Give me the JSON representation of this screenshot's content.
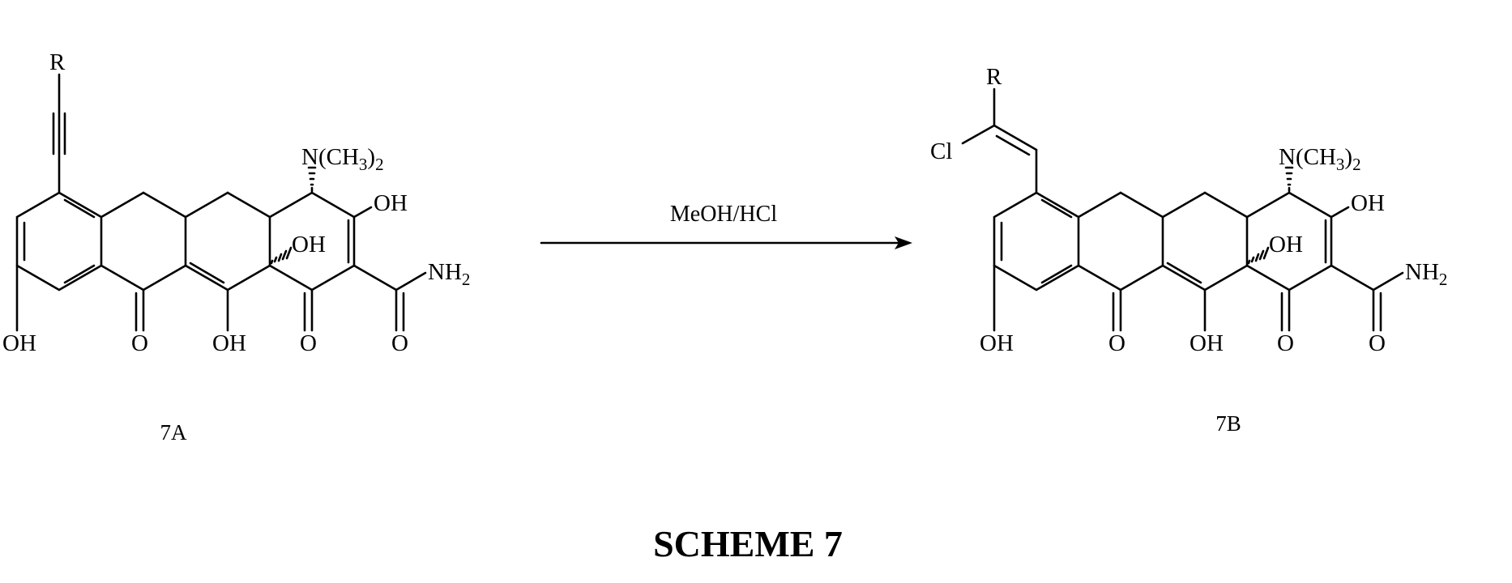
{
  "compound_a": {
    "label": "7A",
    "atoms": {
      "r": "R",
      "nme2": "N(CH",
      "nme2_sub": "3",
      "nme2_close": ")",
      "nme2_sub2": "2",
      "oh_c3": "OH",
      "oh_c12a": "OH",
      "nh2": "NH",
      "nh2_sub": "2",
      "oh_c10": "OH",
      "o_c11": "O",
      "oh_c12": "OH",
      "o_c1": "O",
      "o_amide": "O"
    }
  },
  "compound_b": {
    "label": "7B",
    "atoms": {
      "r": "R",
      "cl": "Cl",
      "nme2": "N(CH",
      "nme2_sub": "3",
      "nme2_close": ")",
      "nme2_sub2": "2",
      "oh_c3": "OH",
      "oh_c12a": "OH",
      "nh2": "NH",
      "nh2_sub": "2",
      "oh_c10": "OH",
      "o_c11": "O",
      "oh_c12": "OH",
      "o_c1": "O",
      "o_amide": "O"
    }
  },
  "reaction": {
    "conditions": "MeOH/HCl"
  },
  "scheme_title": "SCHEME 7"
}
